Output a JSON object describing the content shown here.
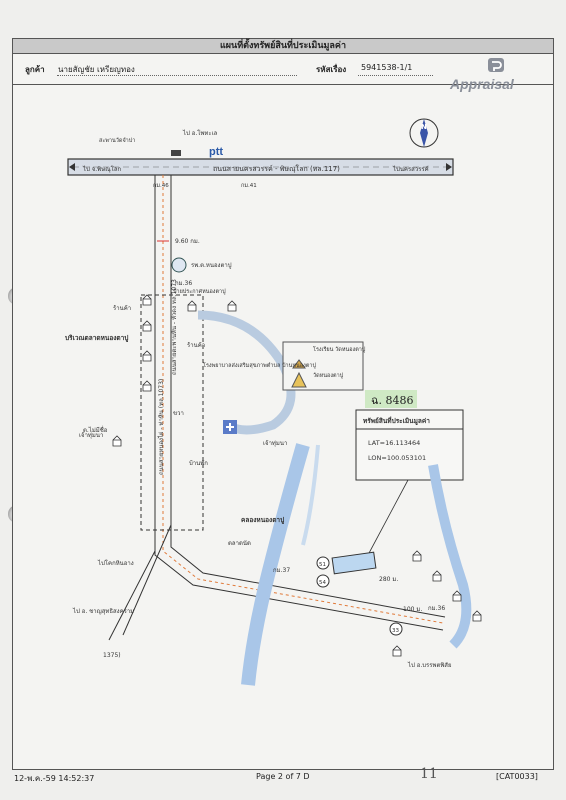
{
  "header": {
    "title": "แผนที่ตั้งทรัพย์สินที่ประเมินมูลค่า",
    "customer_label": "ลูกค้า",
    "customer_name": "นายสัญชัย เหรียญทอง",
    "code_label": "รหัสเรื่อง",
    "code_value": "5941538-1/1",
    "logo_text": "Appraisal"
  },
  "map": {
    "main_road": "ถนนสายนครสวรรค์ - พิษณุโลก (ทล.117)",
    "to_phitsanulok": "ไป จ.พิษณุโลก",
    "to_nakhonsawan": "ไปนครสวรรค์",
    "to_phopra": "ไป อ.โพทะเล",
    "km46": "กม.46",
    "km41": "กม.41",
    "signal": "สะพานวัดจำปา",
    "ptt": "ptt",
    "dist_960": "9.60 กม.",
    "school_label": "รพ.ต.หนองตาปู",
    "km36": "กม.36",
    "bus_label": "ป้ายประกาศหนองตาปู",
    "side_road": "ถนนสายหนองไผ่ - ท่าหิน (ทล.1073)",
    "side_road2": "ถนนสายตะพานหิน - หัวดง ทล.1073",
    "market_area": "บริเวณตลาดหนองตาปู",
    "temple_school": "โรงเรียน วัดหนองตาปู",
    "temple": "วัดหนองตาปู",
    "hospital": "โรงพยาบาลส่งเสริมสุขภาพตำบล บ้านหนองตาปู",
    "canal": "คลองหนองตาปู",
    "market": "ตลาดนัด",
    "shop": "ร้านค้า",
    "shop2": "ร้านค้า",
    "house": "บ้านพัก",
    "farmland": "เจ้าทุ่มนา",
    "ricefield": "เจ้าทุ่มนา",
    "rubber": "ต.ไม่มีชื่อ",
    "km37": "กม.37",
    "km36b": "กม.36",
    "dist_280": "280 ม.",
    "dist_100": "100 ม.",
    "to_chanasongkhram": "ไป อ. ชาญสุทธิสงคราม",
    "to_banphot": "ไป อ.บรรพตพิสัย",
    "road_1375": "1375)",
    "car_park": "ไปโคกหินอาง",
    "label_33": "33",
    "label_51": "51",
    "label_54": "54",
    "handwritten": "ฉ. 8486",
    "property_box_title": "ทรัพย์สินที่ประเมินมูลค่า",
    "lat": "LAT=16.113464",
    "lon": "LON=100.053101",
    "compass": "N",
    "khwa": "ขวา"
  },
  "footer": {
    "printed": "12-พ.ค.-59 14:52:37",
    "page": "Page 2 of 7 D",
    "handmark": "11",
    "cat": "[CAT0033]"
  }
}
